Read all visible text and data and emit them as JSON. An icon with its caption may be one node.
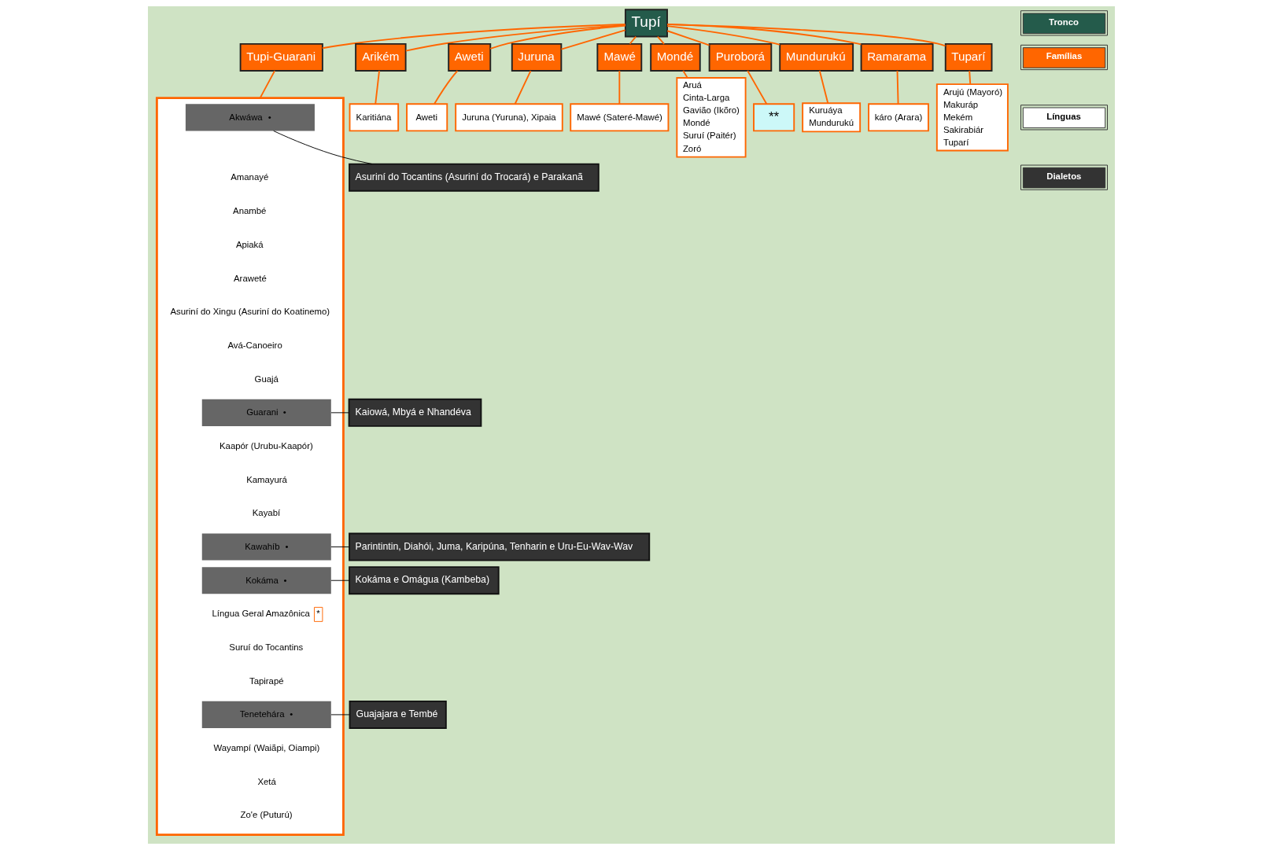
{
  "diagram": {
    "nodes": [
      {
        "text": [
          "Tupí"
        ]
      },
      {
        "text": [
          "Tupi-Guarani"
        ]
      },
      {
        "text": [
          "Arikém"
        ]
      },
      {
        "text": [
          "Aweti"
        ]
      },
      {
        "text": [
          "Juruna"
        ]
      },
      {
        "text": [
          "Mawé"
        ]
      },
      {
        "text": [
          "Mondé"
        ]
      },
      {
        "text": [
          "Puroborá"
        ]
      },
      {
        "text": [
          "Mundurukú"
        ]
      },
      {
        "text": [
          "Ramarama"
        ]
      },
      {
        "text": [
          "Tuparí"
        ]
      },
      {
        "text": [],
        "shape": "box"
      },
      {
        "text": [
          "Akwáwa",
          "•"
        ],
        "in": 11
      },
      {
        "text": [
          "Amanayé"
        ],
        "in": 11
      },
      {
        "text": [
          "Anambé"
        ],
        "in": 11
      },
      {
        "text": [
          "Apiaká"
        ],
        "in": 11
      },
      {
        "text": [
          "Araweté"
        ],
        "in": 11
      },
      {
        "text": [
          "Asuriní do Xingu (Asuriní do Koatinemo)"
        ],
        "in": 11
      },
      {
        "text": [
          "Avá-Canoeiro"
        ],
        "in": 11
      },
      {
        "text": [
          "Guajá"
        ],
        "in": 11
      },
      {
        "text": [
          "Guarani",
          "•"
        ],
        "in": 11
      },
      {
        "text": [
          "Kaapór (Urubu-Kaapór)"
        ],
        "in": 11
      },
      {
        "text": [
          "Kamayurá"
        ],
        "in": 11
      },
      {
        "text": [
          "Kayabí"
        ],
        "in": 11
      },
      {
        "text": [
          "Kawahíb",
          "•"
        ],
        "in": 11
      },
      {
        "text": [
          "Kokáma",
          "•"
        ],
        "in": 11
      },
      {
        "text": [
          "Língua Geral Amazônica",
          "*"
        ],
        "in": 11
      },
      {
        "text": [
          "Suruí do Tocantins"
        ],
        "in": 11
      },
      {
        "text": [
          "Tapirapé"
        ],
        "in": 11
      },
      {
        "text": [
          "Tenetehára",
          "•"
        ],
        "in": 11
      },
      {
        "text": [
          "Wayampí (Waiãpi, Oiampi)"
        ],
        "in": 11
      },
      {
        "text": [
          "Xetá"
        ],
        "in": 11
      },
      {
        "text": [
          "Zo'e (Puturú)"
        ],
        "in": 11
      },
      {
        "text": [
          "Karitiána"
        ]
      },
      {
        "text": [
          "Aweti"
        ]
      },
      {
        "text": [
          "Juruna (Yuruna), Xipaia"
        ]
      },
      {
        "text": [
          "Mawé (Sateré-Mawé)"
        ]
      },
      {
        "text": [
          "Aruá",
          "Cinta-Larga",
          "Gavião (Ikõro)",
          "Mondé",
          "Suruí (Paitér)",
          "Zoró"
        ]
      },
      {
        "text": [
          "**"
        ]
      },
      {
        "text": [
          "Kuruáya",
          "Mundurukú"
        ]
      },
      {
        "text": [
          "káro (Arara)"
        ]
      },
      {
        "text": [
          "Arujú (Mayoró)",
          "Makuráp",
          "Mekém",
          "Sakirabiár",
          "Tuparí"
        ]
      },
      {
        "text": [
          "Asuriní do Tocantins (Asuriní do Trocará) e Parakanã"
        ]
      },
      {
        "text": [
          "Kaiowá, Mbyá e Nhandéva"
        ]
      },
      {
        "text": [
          "Parintintin, Diahói, Juma, Karipúna, Tenharin e Uru-Eu-Wav-Wav"
        ]
      },
      {
        "text": [
          "Kokáma e Omágua (Kambeba)"
        ]
      },
      {
        "text": [
          "Guajajara e Tembé"
        ]
      }
    ],
    "edges": [
      {
        "from": 0,
        "to": 1,
        "arrow": "none"
      },
      {
        "from": 0,
        "to": 2,
        "arrow": "none"
      },
      {
        "from": 0,
        "to": 3,
        "arrow": "none"
      },
      {
        "from": 0,
        "to": 4,
        "arrow": "none"
      },
      {
        "from": 0,
        "to": 5,
        "arrow": "none"
      },
      {
        "from": 0,
        "to": 6,
        "arrow": "none"
      },
      {
        "from": 0,
        "to": 7,
        "arrow": "none"
      },
      {
        "from": 0,
        "to": 8,
        "arrow": "none"
      },
      {
        "from": 0,
        "to": 9,
        "arrow": "none"
      },
      {
        "from": 0,
        "to": 10,
        "arrow": "none"
      },
      {
        "from": 1,
        "to": 11,
        "arrow": "none"
      },
      {
        "from": 2,
        "to": 33,
        "arrow": "none"
      },
      {
        "from": 3,
        "to": 34,
        "arrow": "none"
      },
      {
        "from": 4,
        "to": 35,
        "arrow": "none"
      },
      {
        "from": 5,
        "to": 36,
        "arrow": "none"
      },
      {
        "from": 6,
        "to": 37,
        "arrow": "none"
      },
      {
        "from": 7,
        "to": 38,
        "arrow": "none"
      },
      {
        "from": 8,
        "to": 39,
        "arrow": "none"
      },
      {
        "from": 9,
        "to": 40,
        "arrow": "none"
      },
      {
        "from": 10,
        "to": 41,
        "arrow": "none"
      },
      {
        "from": 12,
        "to": 42,
        "arrow": "none",
        "color": "#000000"
      },
      {
        "from": 20,
        "to": 43,
        "arrow": "none",
        "color": "#000000"
      },
      {
        "from": 24,
        "to": 44,
        "arrow": "none",
        "color": "#000000"
      },
      {
        "from": 25,
        "to": 45,
        "arrow": "none",
        "color": "#000000"
      },
      {
        "from": 29,
        "to": 46,
        "arrow": "none",
        "color": "#000000"
      }
    ],
    "legend": [
      {
        "text": "Tronco",
        "color": "#245b4b"
      },
      {
        "text": "Famílias",
        "color": "#ff6600"
      },
      {
        "text": "Línguas",
        "color": "#ffffff"
      },
      {
        "text": "Dialetos",
        "color": "#333333"
      }
    ]
  }
}
